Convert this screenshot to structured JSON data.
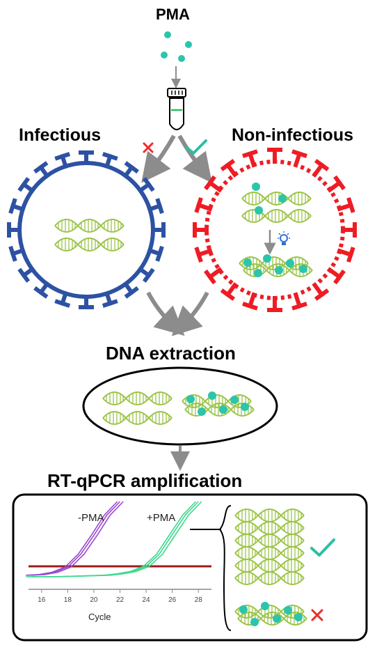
{
  "title_pma": "PMA",
  "label_infectious": "Infectious",
  "label_non_infectious": "Non-infectious",
  "label_dna_extraction": "DNA extraction",
  "label_rtqpcr": "RT-qPCR amplification",
  "colors": {
    "pma_dot": "#2bc5ac",
    "infectious_virus": "#2d52a3",
    "non_infectious_virus": "#ee1c24",
    "dna_strand": "#9bc447",
    "check": "#2bbfa0",
    "cross": "#ee2a2a",
    "arrow": "#8c8c8c",
    "threshold": "#9b1c1c",
    "minus_pma_curve": "#9a48d0",
    "plus_pma_curve": "#3bd98e",
    "light_bulb": "#2f6fd8"
  },
  "icons": [
    "pma-dot-icon",
    "tube-icon",
    "check-icon",
    "cross-icon",
    "light-bulb-icon",
    "dna-icon",
    "virus-icon"
  ],
  "chart_data": {
    "type": "line",
    "xlabel": "Cycle",
    "ylabel": "",
    "title": "",
    "xlim": [
      15,
      29
    ],
    "x_ticks": [
      16,
      18,
      20,
      22,
      24,
      26,
      28
    ],
    "threshold_visible": true,
    "series": [
      {
        "name": "-PMA",
        "x": [
          15,
          16,
          17,
          18,
          19,
          20,
          21,
          22
        ],
        "y": [
          0.02,
          0.03,
          0.06,
          0.13,
          0.3,
          0.55,
          0.82,
          1.0
        ]
      },
      {
        "name": "+PMA",
        "x": [
          15,
          17,
          19,
          21,
          22,
          23,
          24,
          25,
          26,
          27,
          28
        ],
        "y": [
          0.0,
          0.0,
          0.01,
          0.02,
          0.04,
          0.07,
          0.14,
          0.3,
          0.56,
          0.82,
          1.0
        ]
      }
    ],
    "grid": false
  }
}
